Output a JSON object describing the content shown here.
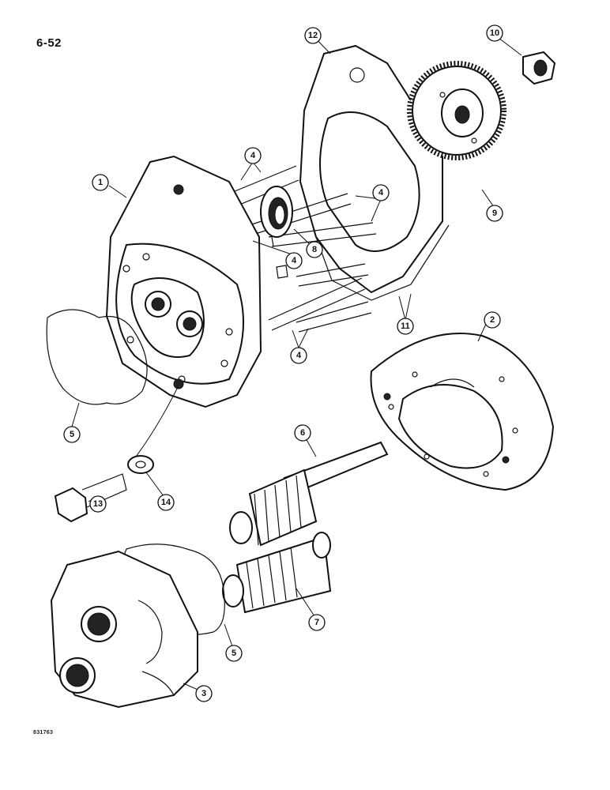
{
  "page": {
    "number": "6-52",
    "figure_code": "831763"
  },
  "callouts": {
    "c1": "1",
    "c2": "2",
    "c3": "3",
    "c4a": "4",
    "c4b": "4",
    "c4c": "4",
    "c4d": "4",
    "c5a": "5",
    "c5b": "5",
    "c6": "6",
    "c7": "7",
    "c8": "8",
    "c9": "9",
    "c10": "10",
    "c11": "11",
    "c12": "12",
    "c13": "13",
    "c14": "14"
  },
  "colors": {
    "ink": "#111111",
    "paper": "#ffffff"
  }
}
